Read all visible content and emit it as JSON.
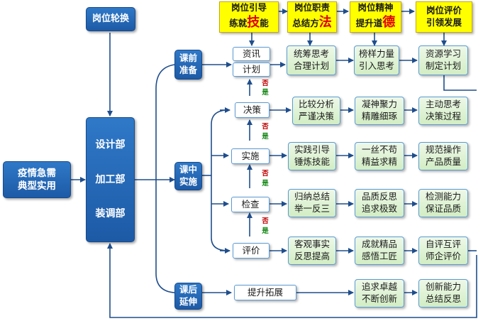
{
  "nodes": {
    "rotation": "岗位轮换",
    "epidemic": "疫情急需\n典型实用",
    "departments": [
      "设计部",
      "加工部",
      "装调部"
    ],
    "phase_pre": "课前\n准备",
    "phase_mid": "课中\n实施",
    "phase_post": "课后\n延伸",
    "info": "资讯",
    "plan": "计划",
    "decision": "决策",
    "implement": "实施",
    "check": "检查",
    "evaluate": "评价",
    "extend": "提升拓展"
  },
  "header": [
    {
      "line1": "岗位引导",
      "line2_pre": "练就",
      "emph": "技",
      "line2_post": "能"
    },
    {
      "line1": "岗位职责",
      "line2_pre": "总结方",
      "emph": "法",
      "line2_post": ""
    },
    {
      "line1": "岗位精神",
      "line2_pre": "提升道",
      "emph": "德",
      "line2_post": ""
    },
    {
      "line1": "岗位评价",
      "line2_pre": "引领发展",
      "emph": "",
      "line2_post": ""
    }
  ],
  "grid": {
    "plan": [
      "统筹思考\n合理计划",
      "榜样力量\n引入思考",
      "资源学习\n制定计划"
    ],
    "decision": [
      "比较分析\n严谨决策",
      "凝神聚力\n精雕细琢",
      "主动思考\n决策过程"
    ],
    "implement": [
      "实践引导\n锤炼技能",
      "一丝不苟\n精益求精",
      "规范操作\n产品质量"
    ],
    "check": [
      "归纳总结\n举一反三",
      "品质反思\n追求极致",
      "检测能力\n保证品质"
    ],
    "evaluate": [
      "客观事实\n反思提高",
      "成就精品\n感悟工匠",
      "自评互评\n师企评价"
    ],
    "extend": [
      "追求卓越\n不断创新",
      "创新能力\n总结反思"
    ]
  },
  "feedback_labels": {
    "no": "否",
    "yes": "是"
  },
  "colors": {
    "blue": "#1d5aa6",
    "green_fill": "#d2edc4",
    "box_border": "#5b9bd5",
    "header_fill": "#ffff00",
    "emphasis": "#e00000"
  }
}
